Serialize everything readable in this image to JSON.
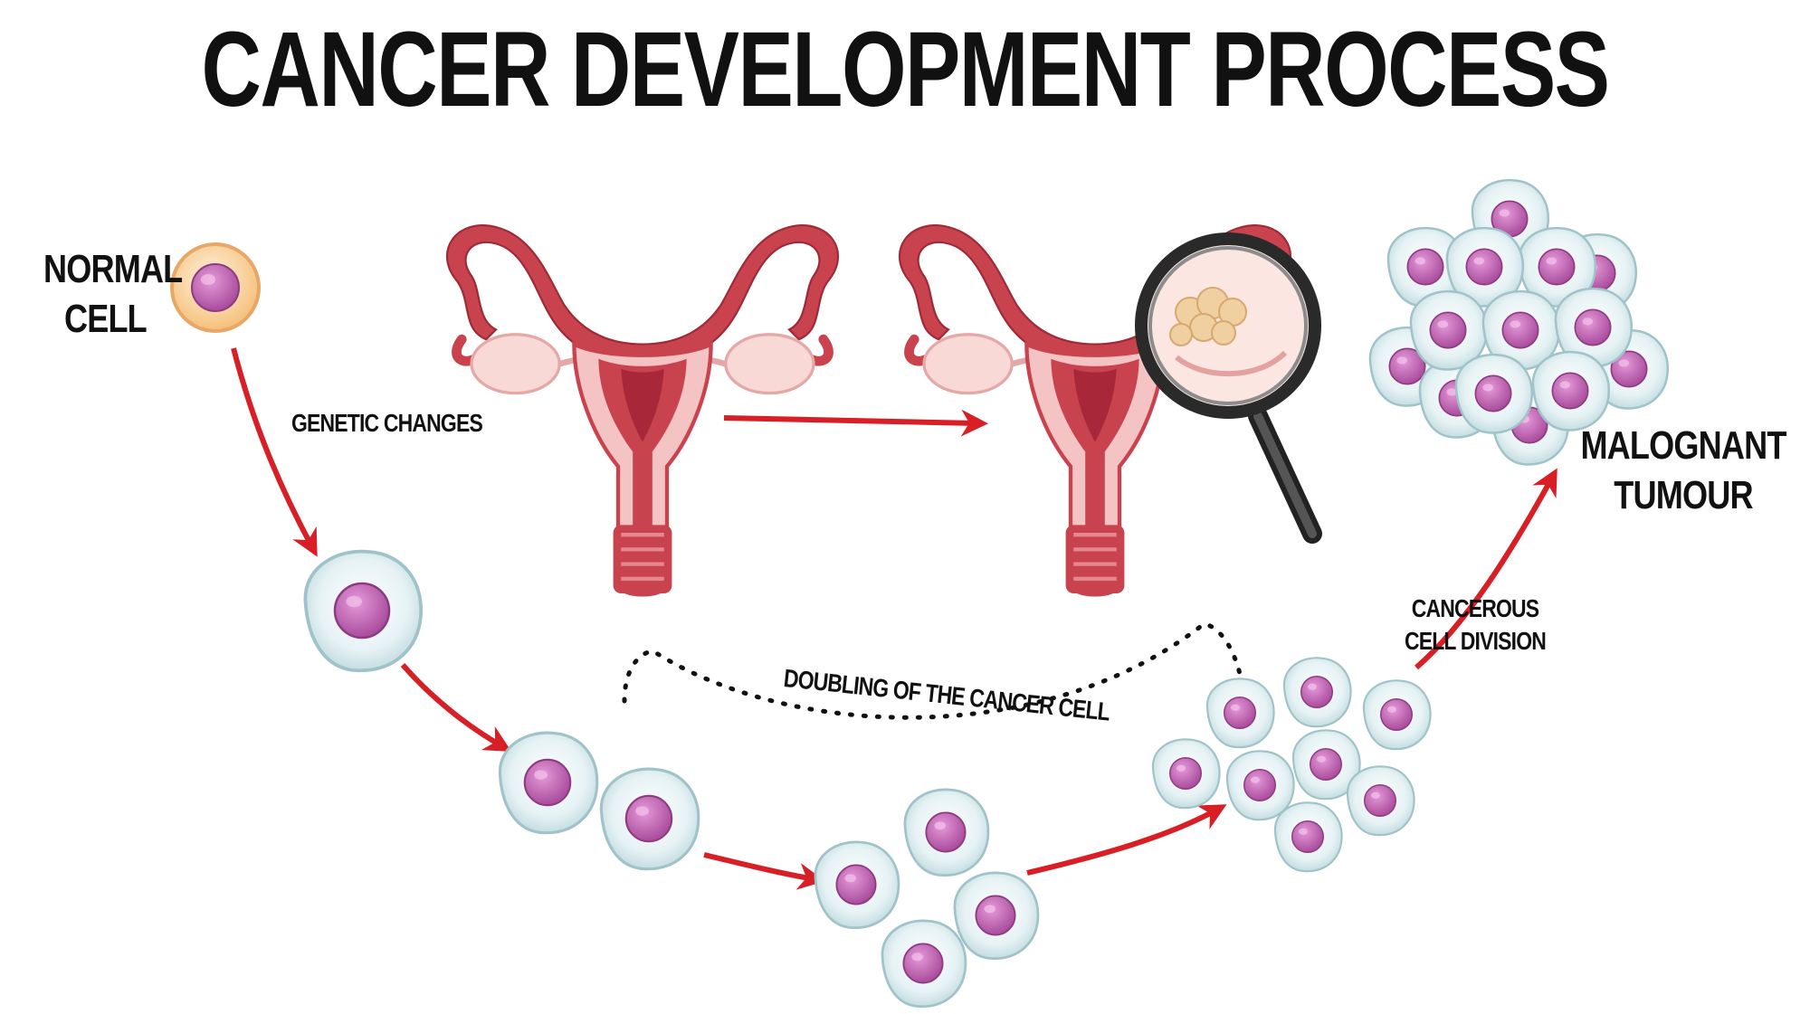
{
  "title": "CANCER DEVELOPMENT PROCESS",
  "labels": {
    "normal_cell": [
      "NORMAL",
      "CELL"
    ],
    "genetic_changes": "GENETIC CHANGES",
    "doubling": "DOUBLING OF THE CANCER CELL",
    "cancerous_division": [
      "CANCEROUS",
      "CELL DIVISION"
    ],
    "malignant_tumour": [
      "MALOGNANT",
      "TUMOUR"
    ]
  },
  "colors": {
    "arrow": "#d81f26",
    "uterus": "#c9434f",
    "uterus_light": "#f3c4c3",
    "cell_outer": "#d9ecef",
    "cell_border": "#a9c8cd",
    "nucleus": "#c361b6",
    "normal_outer": "#f7cf97",
    "normal_border": "#e9a766"
  },
  "icons": [
    "uterus-icon",
    "uterus-with-tumour-icon",
    "magnifying-glass-icon",
    "cell-icon",
    "arrow-icon"
  ]
}
